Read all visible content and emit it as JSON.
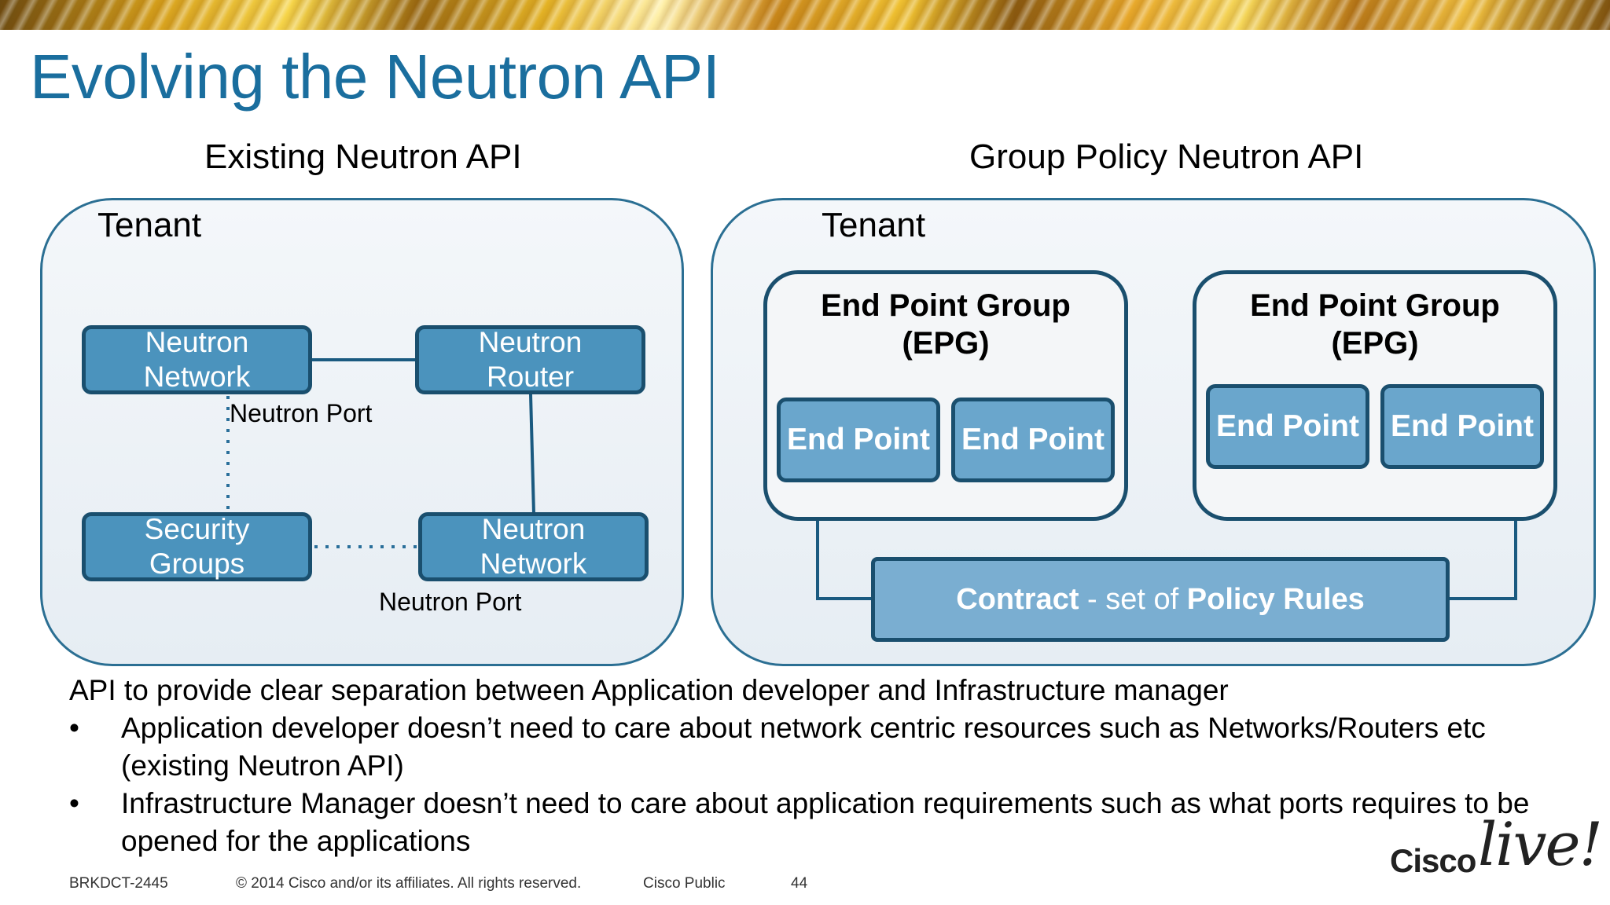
{
  "slide": {
    "title": "Evolving the Neutron API"
  },
  "left_panel": {
    "heading": "Existing Neutron API",
    "tenant_label": "Tenant",
    "nodes": {
      "network_top": [
        "Neutron",
        "Network"
      ],
      "router": [
        "Neutron",
        "Router"
      ],
      "security_groups": [
        "Security",
        "Groups"
      ],
      "network_bottom": [
        "Neutron",
        "Network"
      ]
    },
    "port_top": "Neutron Port",
    "port_bottom": "Neutron Port"
  },
  "right_panel": {
    "heading": "Group Policy Neutron API",
    "tenant_label": "Tenant",
    "epgs": [
      {
        "title": [
          "End Point Group",
          "(EPG)"
        ],
        "endpoints": [
          "End Point",
          "End Point"
        ]
      },
      {
        "title": [
          "End Point Group",
          "(EPG)"
        ],
        "endpoints": [
          "End Point",
          "End Point"
        ]
      }
    ],
    "contract": {
      "bold_1": "Contract",
      "regular": " - set of ",
      "bold_2": "Policy Rules"
    }
  },
  "body": {
    "lead": "API to provide clear separation between Application developer and Infrastructure manager",
    "bullet_char": "•",
    "bullets": [
      "Application developer doesn’t need to care about network centric resources such as Networks/Routers etc (existing Neutron API)",
      "Infrastructure Manager doesn’t need to care about application requirements such as what ports requires to be opened for the applications"
    ]
  },
  "footer": {
    "session_id": "BRKDCT-2445",
    "copyright": "© 2014 Cisco and/or its affiliates. All rights reserved.",
    "classification": "Cisco Public",
    "page_number": "44"
  },
  "logo": {
    "brand": "Cisco",
    "event": "live!"
  },
  "colors": {
    "title": "#1a6e9e",
    "node_fill": "#4b93bd",
    "node_border": "#1a4f6e",
    "endpoint_fill": "#6aa6cc",
    "contract_fill": "#7aaed1"
  }
}
